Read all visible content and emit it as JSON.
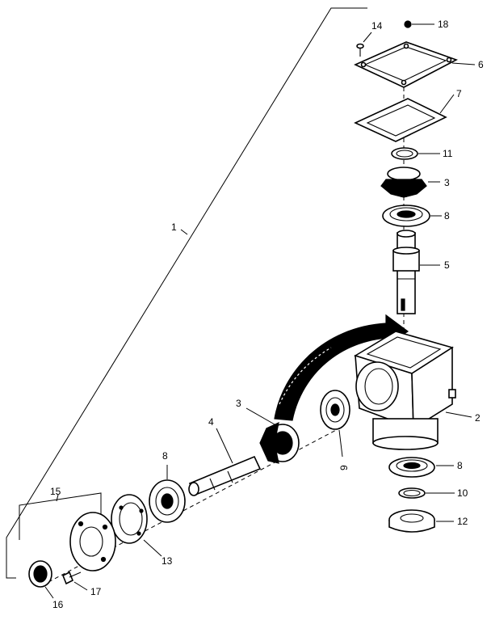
{
  "diagram": {
    "callouts": {
      "c1": "1",
      "c2": "2",
      "c3a": "3",
      "c3b": "3",
      "c4": "4",
      "c5": "5",
      "c6": "6",
      "c7": "7",
      "c8a": "8",
      "c8b": "8",
      "c8c": "8",
      "c9": "9",
      "c10": "10",
      "c11": "11",
      "c12": "12",
      "c13": "13",
      "c14": "14",
      "c15": "15",
      "c16": "16",
      "c17": "17",
      "c18": "18"
    }
  }
}
